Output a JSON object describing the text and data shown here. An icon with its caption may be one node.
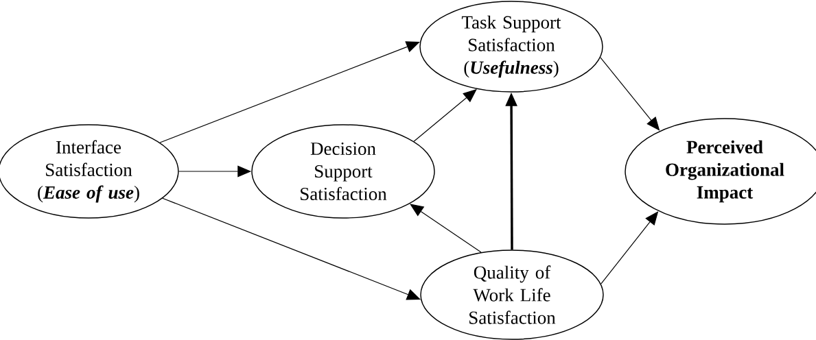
{
  "diagram": {
    "nodes": [
      {
        "text": [
          "Interface Satisfaction (*Ease of use*)"
        ]
      },
      {
        "text": [
          "Decision Support Satisfaction"
        ]
      },
      {
        "text": [
          "Task Support Satisfaction (*Usefulness*)"
        ]
      },
      {
        "text": [
          "Quality of Work Life Satisfaction"
        ]
      },
      {
        "text": [
          "Perceived Organizational Impact"
        ]
      }
    ],
    "edges": [
      {
        "from": 0,
        "to": 2,
        "arrow": "to"
      },
      {
        "from": 0,
        "to": 1,
        "arrow": "to"
      },
      {
        "from": 0,
        "to": 3,
        "arrow": "to"
      },
      {
        "from": 1,
        "to": 2,
        "arrow": "to"
      },
      {
        "from": 3,
        "to": 1,
        "arrow": "to"
      },
      {
        "from": 3,
        "to": 2,
        "arrow": "to",
        "style": "thick"
      },
      {
        "from": 2,
        "to": 4,
        "arrow": "to"
      },
      {
        "from": 3,
        "to": 4,
        "arrow": "to"
      }
    ]
  }
}
